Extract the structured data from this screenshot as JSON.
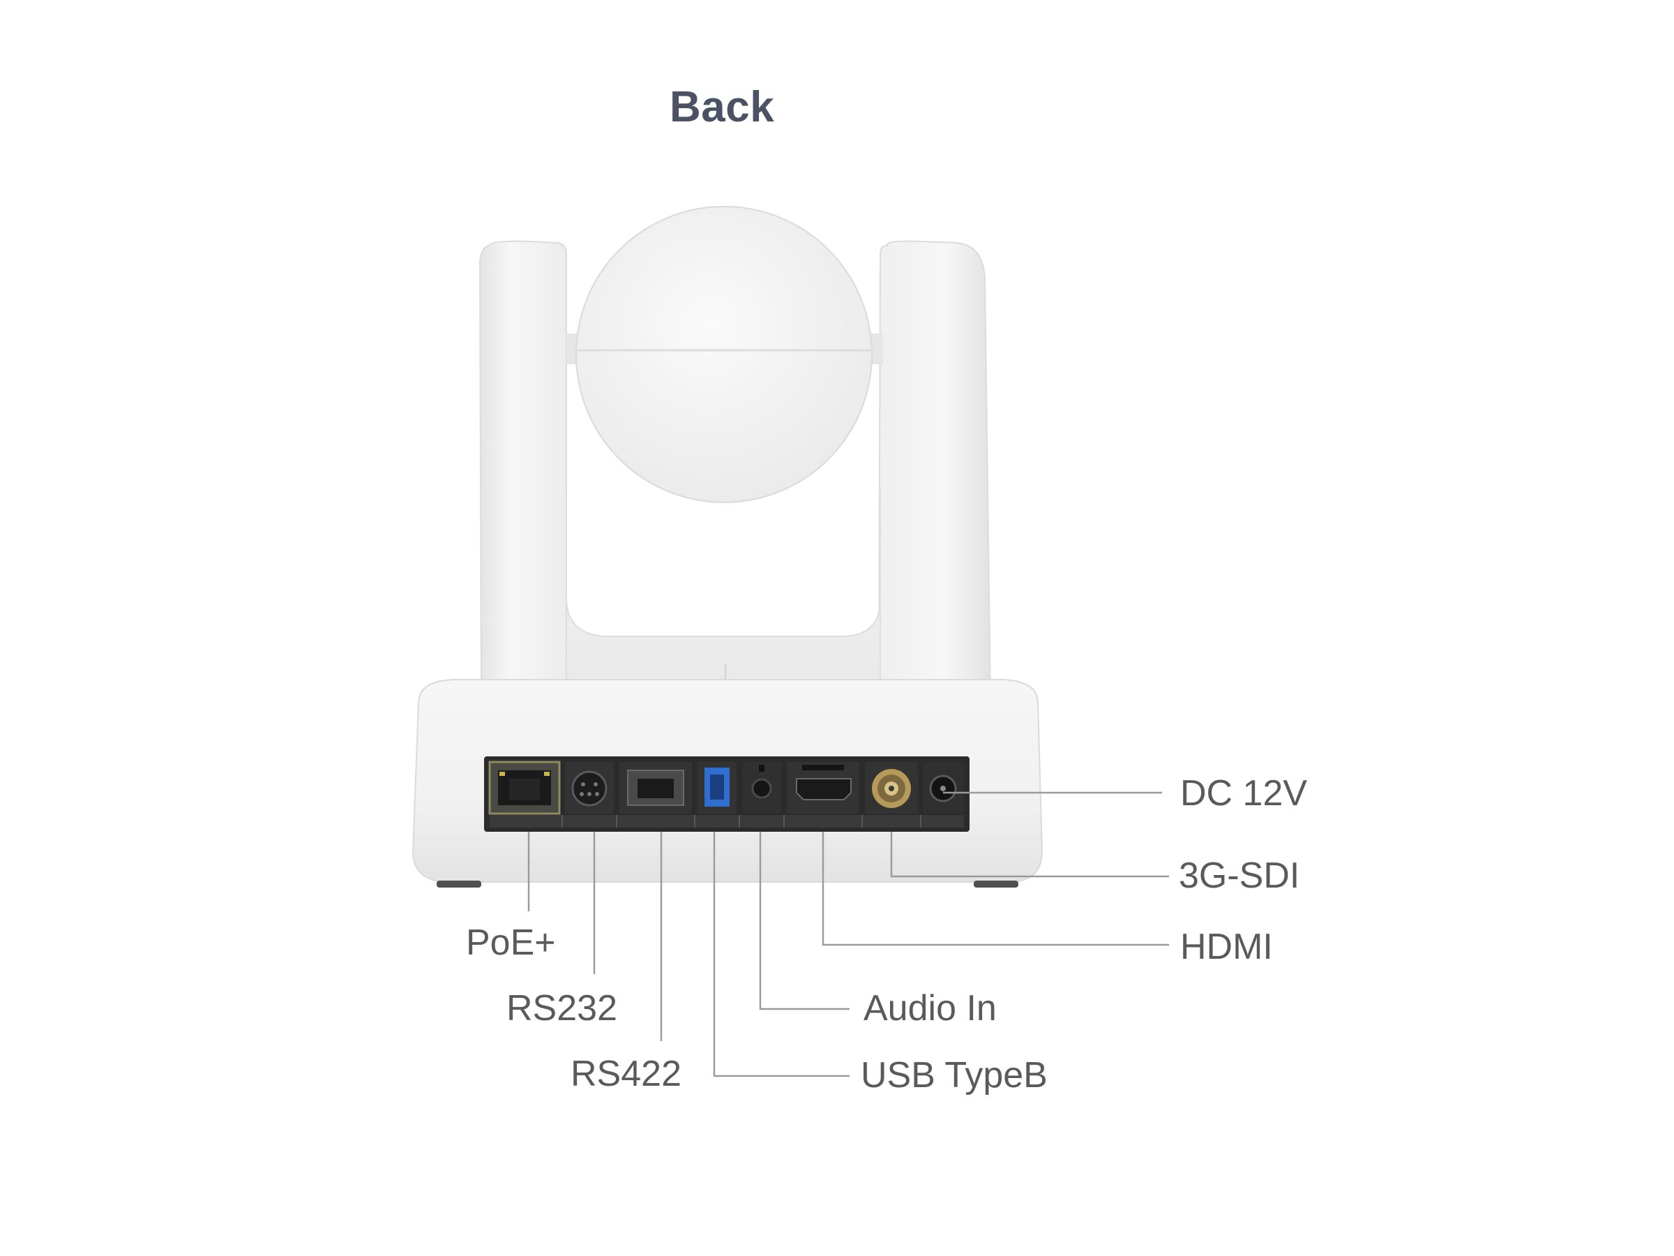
{
  "title": "Back",
  "callouts": {
    "dc12v": "DC 12V",
    "sdi": "3G-SDI",
    "hdmi": "HDMI",
    "poe": "PoE+",
    "rs232": "RS232",
    "rs422": "RS422",
    "audio_in": "Audio In",
    "usb_typeb": "USB TypeB"
  },
  "colors": {
    "title": "#4a5263",
    "label": "#5a5a5a",
    "leader_line": "#9a9a9a",
    "camera_body": "#f4f4f4",
    "port_panel": "#2b2b2b",
    "usb_port": "#2f6fd0"
  }
}
